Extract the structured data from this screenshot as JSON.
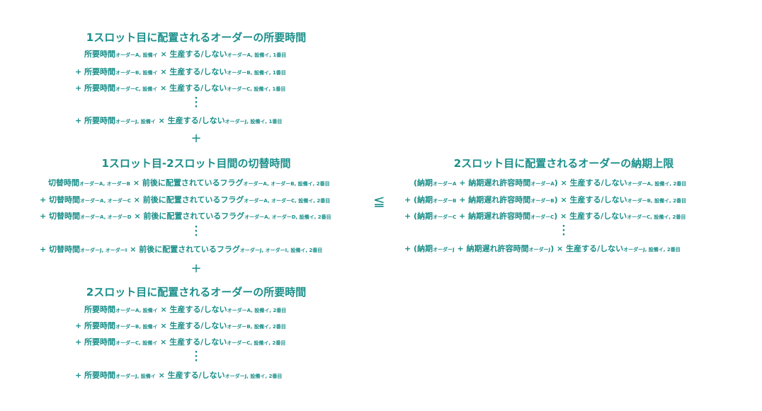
{
  "section1": {
    "title": "1スロット目に配置されるオーダーの所要時間",
    "rows": [
      {
        "prefix": "",
        "main": "所要時間",
        "sub1": "オーダーA, 設備イ",
        "op": " × ",
        "main2": "生産する/しない",
        "sub2": "オーダーA, 設備イ, 1番目"
      },
      {
        "prefix": "+ ",
        "main": "所要時間",
        "sub1": "オーダーB, 設備イ",
        "op": " × ",
        "main2": "生産する/しない",
        "sub2": "オーダーB, 設備イ, 1番目"
      },
      {
        "prefix": "+ ",
        "main": "所要時間",
        "sub1": "オーダーC, 設備イ",
        "op": " × ",
        "main2": "生産する/しない",
        "sub2": "オーダーC, 設備イ, 1番目"
      },
      {
        "prefix": "+ ",
        "main": "所要時間",
        "sub1": "オーダーJ, 設備イ",
        "op": " × ",
        "main2": "生産する/しない",
        "sub2": "オーダーJ, 設備イ, 1番目"
      }
    ]
  },
  "plus1": "+",
  "section2": {
    "title": "1スロット目-2スロット目間の切替時間",
    "rows": [
      {
        "prefix": "",
        "main": "切替時間",
        "sub1": "オーダーA, オーダーB",
        "op": " × ",
        "main2": "前後に配置されているフラグ",
        "sub2": "オーダーA, オーダーB, 設備イ, 2番目"
      },
      {
        "prefix": "+ ",
        "main": "切替時間",
        "sub1": "オーダーA, オーダーC",
        "op": " × ",
        "main2": "前後に配置されているフラグ",
        "sub2": "オーダーA, オーダーC, 設備イ, 2番目"
      },
      {
        "prefix": "+ ",
        "main": "切替時間",
        "sub1": "オーダーA, オーダーD",
        "op": " × ",
        "main2": "前後に配置されているフラグ",
        "sub2": "オーダーA, オーダーD, 設備イ, 2番目"
      },
      {
        "prefix": "+ ",
        "main": "切替時間",
        "sub1": "オーダーJ, オーダーI",
        "op": " × ",
        "main2": "前後に配置されているフラグ",
        "sub2": "オーダーJ, オーダーI, 設備イ, 2番目"
      }
    ]
  },
  "plus2": "+",
  "section3": {
    "title": "2スロット目に配置されるオーダーの所要時間",
    "rows": [
      {
        "prefix": "",
        "main": "所要時間",
        "sub1": "オーダーA, 設備イ",
        "op": " × ",
        "main2": "生産する/しない",
        "sub2": "オーダーA, 設備イ, 2番目"
      },
      {
        "prefix": "+ ",
        "main": "所要時間",
        "sub1": "オーダーB, 設備イ",
        "op": " × ",
        "main2": "生産する/しない",
        "sub2": "オーダーB, 設備イ, 2番目"
      },
      {
        "prefix": "+ ",
        "main": "所要時間",
        "sub1": "オーダーC, 設備イ",
        "op": " × ",
        "main2": "生産する/しない",
        "sub2": "オーダーC, 設備イ, 2番目"
      },
      {
        "prefix": "+ ",
        "main": "所要時間",
        "sub1": "オーダーJ, 設備イ",
        "op": " × ",
        "main2": "生産する/しない",
        "sub2": "オーダーJ, 設備イ, 2番目"
      }
    ]
  },
  "leq": "≦",
  "section4": {
    "title": "2スロット目に配置されるオーダーの納期上限",
    "rows": [
      {
        "prefix": "",
        "a": "(納期",
        "s1": "オーダーA",
        "b": " + 納期遅れ許容時間",
        "s2": "オーダーA",
        "c": ") × 生産する/しない",
        "s3": "オーダーA, 設備イ, 2番目"
      },
      {
        "prefix": "+ ",
        "a": "(納期",
        "s1": "オーダーB",
        "b": " + 納期遅れ許容時間",
        "s2": "オーダーB",
        "c": ") × 生産する/しない",
        "s3": "オーダーB, 設備イ, 2番目"
      },
      {
        "prefix": "+ ",
        "a": "(納期",
        "s1": "オーダーC",
        "b": " + 納期遅れ許容時間",
        "s2": "オーダーC",
        "c": ") × 生産する/しない",
        "s3": "オーダーC, 設備イ, 2番目"
      },
      {
        "prefix": "+ ",
        "a": "(納期",
        "s1": "オーダーJ",
        "b": " + 納期遅れ許容時間",
        "s2": "オーダーJ",
        "c": ") × 生産する/しない",
        "s3": "オーダーJ, 設備イ, 2番目"
      }
    ]
  }
}
